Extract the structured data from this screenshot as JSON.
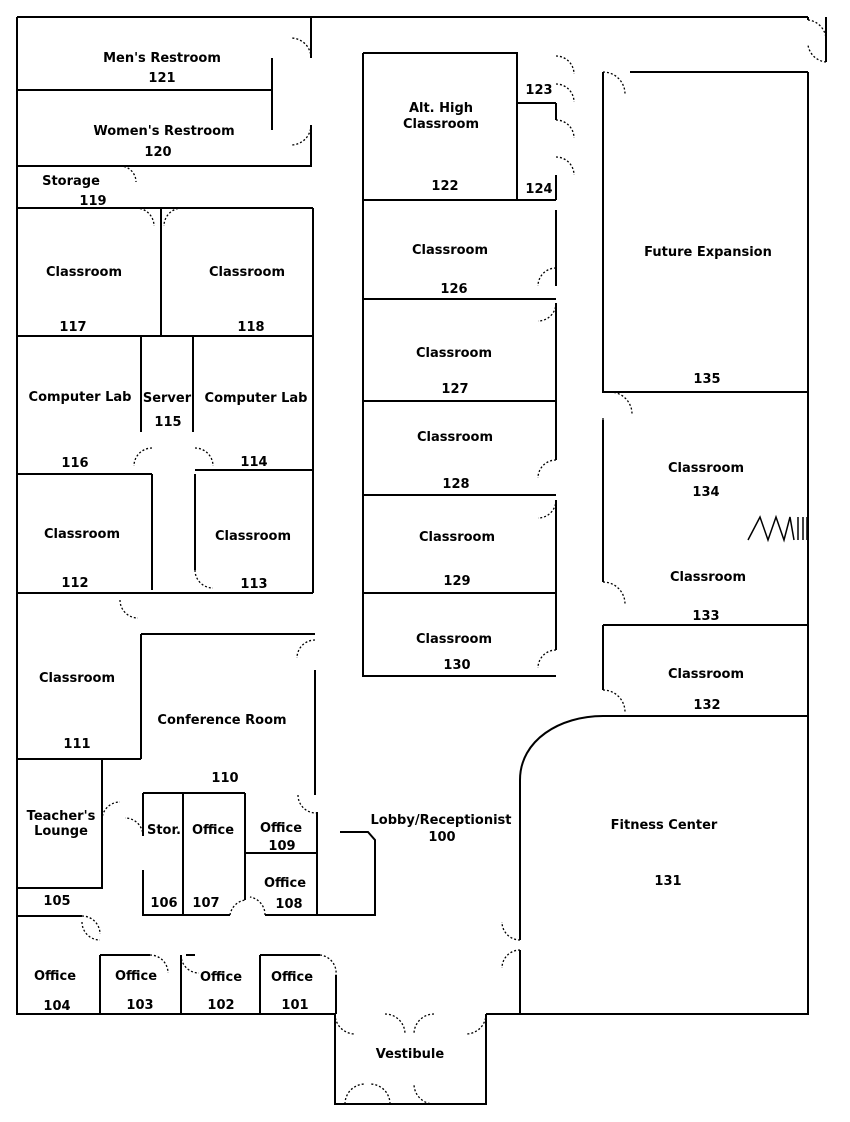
{
  "rooms": {
    "r121": {
      "name": "Men's Restroom",
      "number": "121"
    },
    "r120": {
      "name": "Women's Restroom",
      "number": "120"
    },
    "r119": {
      "name": "Storage",
      "number": "119"
    },
    "r117": {
      "name": "Classroom",
      "number": "117"
    },
    "r118": {
      "name": "Classroom",
      "number": "118"
    },
    "r116": {
      "name": "Computer Lab",
      "number": "116"
    },
    "r115": {
      "name": "Server",
      "number": "115"
    },
    "r114": {
      "name": "Computer Lab",
      "number": "114"
    },
    "r112": {
      "name": "Classroom",
      "number": "112"
    },
    "r113": {
      "name": "Classroom",
      "number": "113"
    },
    "r111": {
      "name": "Classroom",
      "number": "111"
    },
    "r110": {
      "name": "Conference Room",
      "number": "110"
    },
    "r105": {
      "name_line1": "Teacher's",
      "name_line2": "Lounge",
      "number": "105"
    },
    "r106": {
      "name": "Stor.",
      "number": "106"
    },
    "r107": {
      "name": "Office",
      "number": "107"
    },
    "r109": {
      "name": "Office",
      "number": "109"
    },
    "r108": {
      "name": "Office",
      "number": "108"
    },
    "r104": {
      "name": "Office",
      "number": "104"
    },
    "r103": {
      "name": "Office",
      "number": "103"
    },
    "r102": {
      "name": "Office",
      "number": "102"
    },
    "r101": {
      "name": "Office",
      "number": "101"
    },
    "r100": {
      "name": "Lobby/Receptionist",
      "number": "100"
    },
    "vestibule": {
      "name": "Vestibule"
    },
    "r122": {
      "name_line1": "Alt. High",
      "name_line2": "Classroom",
      "number": "122"
    },
    "r123": {
      "number": "123"
    },
    "r124": {
      "number": "124"
    },
    "r126": {
      "name": "Classroom",
      "number": "126"
    },
    "r127": {
      "name": "Classroom",
      "number": "127"
    },
    "r128": {
      "name": "Classroom",
      "number": "128"
    },
    "r129": {
      "name": "Classroom",
      "number": "129"
    },
    "r130": {
      "name": "Classroom",
      "number": "130"
    },
    "r135": {
      "name": "Future Expansion",
      "number": "135"
    },
    "r134": {
      "name": "Classroom",
      "number": "134"
    },
    "r133": {
      "name": "Classroom",
      "number": "133"
    },
    "r132": {
      "name": "Classroom",
      "number": "132"
    },
    "r131": {
      "name": "Fitness Center",
      "number": "131"
    }
  }
}
